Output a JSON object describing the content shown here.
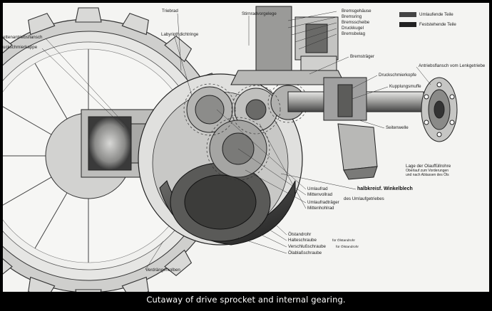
{
  "caption": "Cutaway of drive sprocket and internal gearing.",
  "labels": {
    "triebrad": "Triebrad",
    "stirnrad": "Stirnradvorgelege",
    "bremsgehaeuse": "Bremsgehäuse",
    "bremsring": "Bremsring",
    "bremsscheibe": "Bremsscheibe",
    "druckkugel": "Druckkugel",
    "bremsbelag": "Bremsbelag",
    "flansch": "ettenantriebsflansch",
    "kappe": "uckschmierkappe",
    "labyrinth": "Labyrinthdichtringe",
    "bremstraeger": "Bremsträger",
    "antriebsflansch": "Antriebsflansch vom Lenkgetriebe",
    "druckschmier": "Druckschmierkopfe",
    "kupplungsmuffe": "Kupplungsmuffe",
    "seitenwelle": "Seitenwelle",
    "lage": "Lage der Olauffüllrohre",
    "lage_sub1": "Oberlauf zum Vorderungen",
    "lage_sub2": "und nach Ablassen des Öls",
    "umlaufrad": "Umlaufrad",
    "mittenvollrad": "Mittenvollrad",
    "umlaufradtraeger": "Umlaufradträger",
    "mittenhohlrad": "Mittenhohlrad",
    "umlaufgetriebe": "des Umlaufgetriebes",
    "winkelblech": "halbkreisf. Winkelblech",
    "oelstandrohr": "Ölstandrohr",
    "halteschraube": "Halteschraube",
    "halteschraube_sub": "für Ölstandrohr",
    "verschluss": "Verschlußschraube",
    "verschluss_sub": "für Ölstandrohr",
    "oelablass": "Ölablaßschraube",
    "verdraenger": "Verdrängerkolben"
  },
  "legend": {
    "moving": "Umlaufende Teile",
    "fixed": "Feststehende Teile"
  }
}
